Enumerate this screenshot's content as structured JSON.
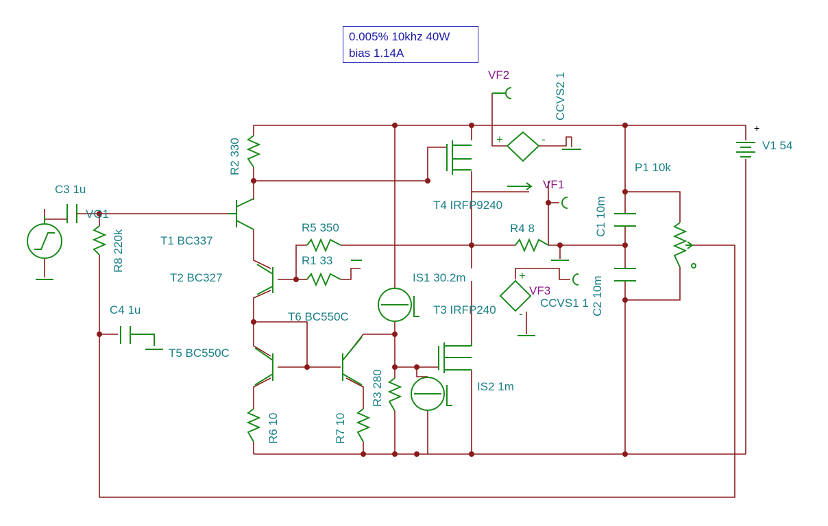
{
  "note": {
    "line1": "0.005% 10khz 40W",
    "line2": "bias 1.14A"
  },
  "labels": {
    "C3": "C3 1u",
    "VG1": "VG1",
    "R8": "R8 220k",
    "R2": "R2 330",
    "T1": "T1 BC337",
    "T2": "T2 BC327",
    "C4": "C4 1u",
    "T5": "T5 BC550C",
    "T6": "T6 BC550C",
    "R6": "R6 10",
    "R7": "R7 10",
    "R3": "R3 280",
    "R5": "R5 350",
    "R1": "R1 33",
    "R4": "R4 8",
    "IS1": "IS1 30.2m",
    "IS2": "IS2 1m",
    "T3": "T3 IRFP240",
    "T4": "T4 IRFP9240",
    "VF1": "VF1",
    "VF2": "VF2",
    "VF3": "VF3",
    "CCVS2": "CCVS2 1",
    "CCVS1": "CCVS1 1",
    "C1": "C1 10m",
    "C2": "C2 10m",
    "P1": "P1 10k",
    "V1": "V1 54"
  },
  "colors": {
    "wire": "#8b1a1a",
    "component": "#1a8a1a",
    "label": "#1a7f86",
    "probe_label": "#8b1a8b",
    "note_text": "#1a1aa8"
  }
}
